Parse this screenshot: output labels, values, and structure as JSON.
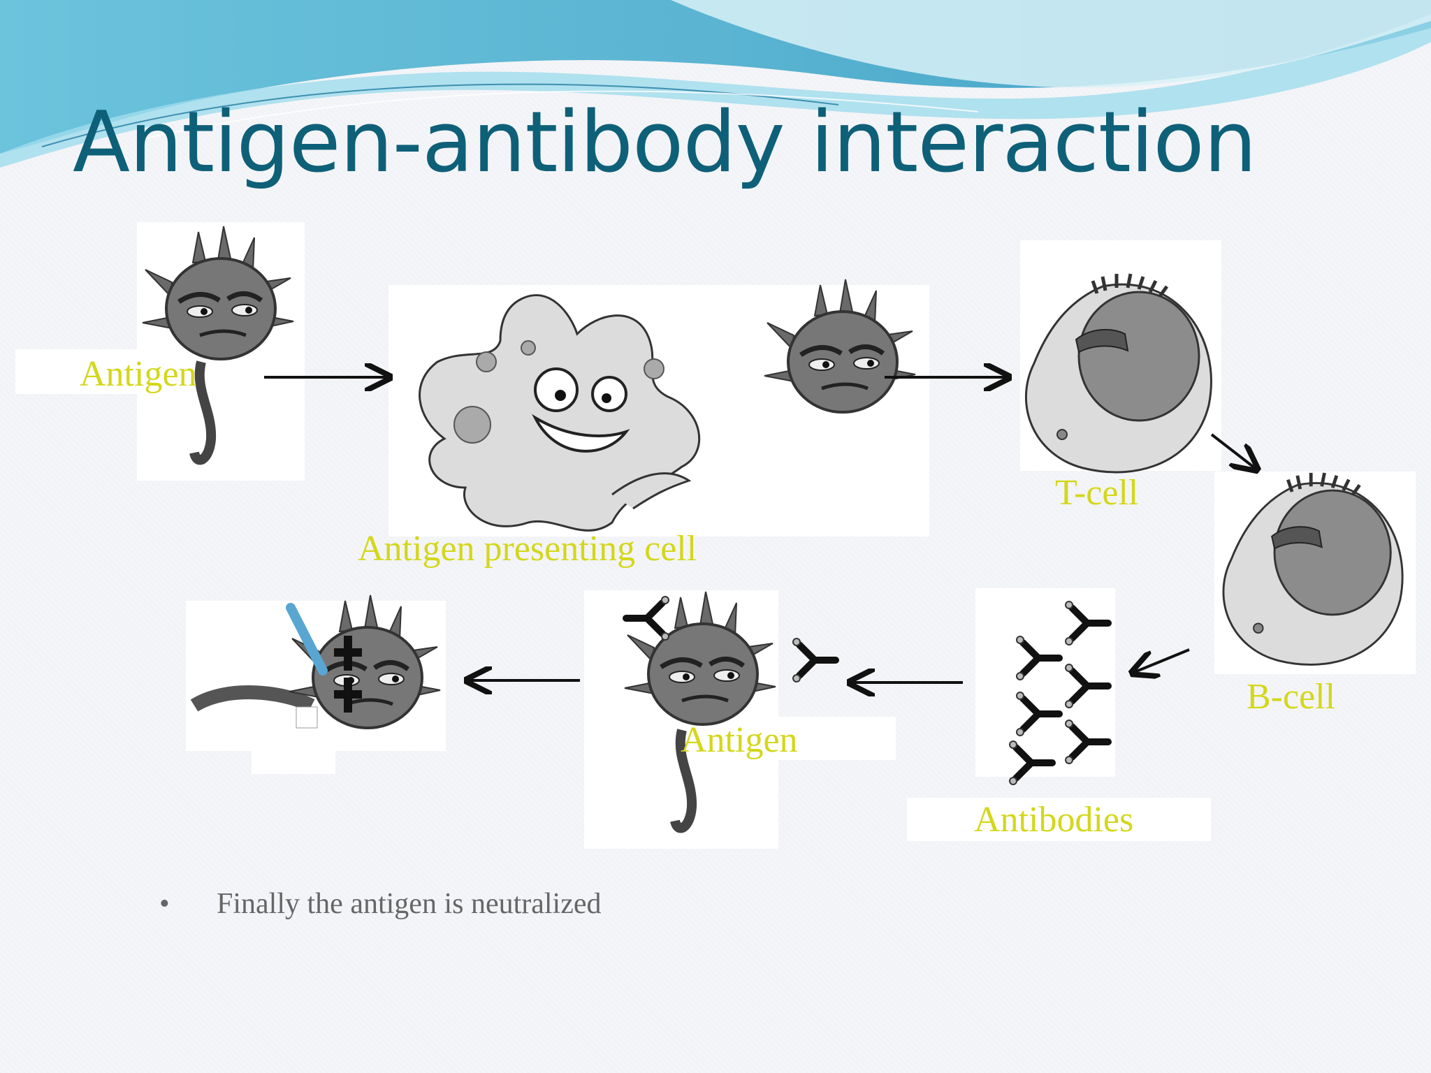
{
  "slide": {
    "title": "Antigen-antibody interaction",
    "labels": {
      "antigen_top": "Antigen",
      "apc": "Antigen presenting cell",
      "t_cell": "T-cell",
      "b_cell": "B-cell",
      "antibodies": "Antibodies",
      "antigen_bottom": "Antigen"
    },
    "bullet": {
      "marker": "•",
      "text": "Finally the antigen is neutralized"
    }
  },
  "colors": {
    "title": "#0e6078",
    "label": "#d3d71a",
    "wave_dark": "#4aa6c6",
    "wave_light": "#8fd3e6",
    "bullet": "#666666"
  },
  "icons": [
    "germ-icon",
    "amoeba-cell-icon",
    "t-cell-icon",
    "b-cell-icon",
    "antibody-icon",
    "neutralized-germ-icon",
    "arrow-icon"
  ]
}
